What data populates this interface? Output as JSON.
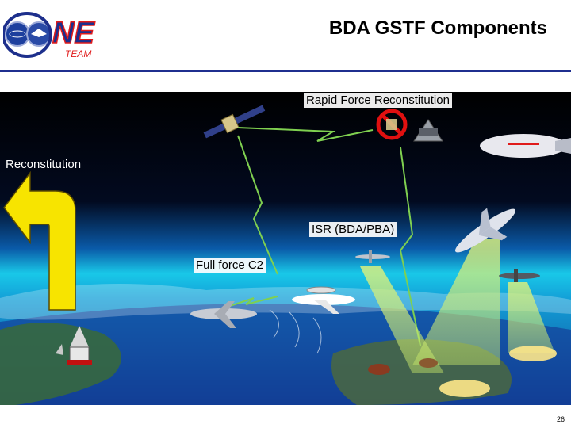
{
  "header": {
    "title": "BDA GSTF Components",
    "logo": {
      "wordmark": "NE",
      "team_label": "TEAM"
    }
  },
  "scene": {
    "labels": {
      "rapid_force": "Rapid Force Reconstitution",
      "reconstitution": "Reconstitution",
      "isr": "ISR (BDA/PBA)",
      "full_force": "Full force C2"
    },
    "colors": {
      "space": "#000000",
      "atmosphere_glow": "#19c8e8",
      "earth": "#0f3d8f",
      "arrow_fill": "#f7e400",
      "lightning": "#7fd050",
      "sensor_beam": "#c8e86a",
      "no_symbol": "#e01010"
    }
  },
  "footer": {
    "page_number": "26"
  }
}
